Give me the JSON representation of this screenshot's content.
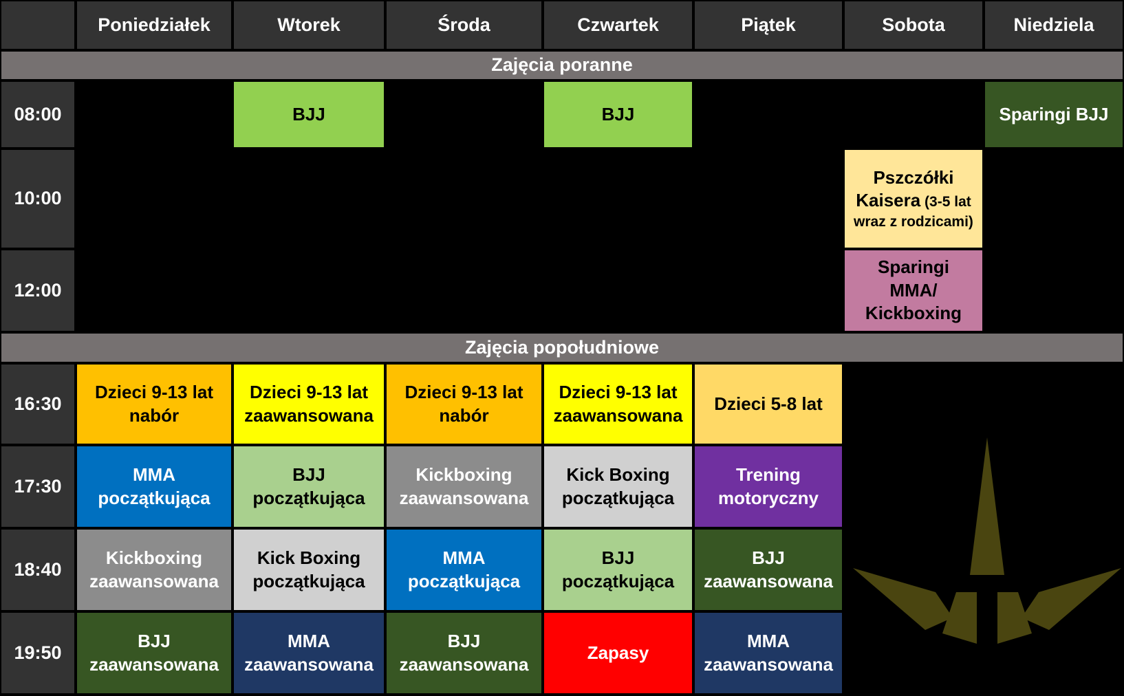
{
  "days": [
    "Poniedziałek",
    "Wtorek",
    "Środa",
    "Czwartek",
    "Piątek",
    "Sobota",
    "Niedziela"
  ],
  "sections": {
    "morning": "Zajęcia poranne",
    "afternoon": "Zajęcia popołudniowe"
  },
  "times": [
    "08:00",
    "10:00",
    "12:00",
    "16:30",
    "17:30",
    "18:40",
    "19:50"
  ],
  "colors": {
    "bjj_light": "#92d050",
    "bjj_dark": "#375623",
    "orange": "#ffc000",
    "yellow": "#ffff00",
    "light_orange": "#ffd966",
    "blue": "#0070c0",
    "pale_green": "#a9d08e",
    "gray": "#8c8c8c",
    "light_gray": "#d0d0d0",
    "purple": "#7030a0",
    "navy": "#1f3864",
    "red": "#ff0000",
    "cream": "#ffe699",
    "pink": "#c27ba0",
    "logo": "#4a4510"
  },
  "classes": [
    {
      "day": 1,
      "slot": 0,
      "lines": [
        "BJJ"
      ],
      "bg": "#92d050",
      "fg": "#000000"
    },
    {
      "day": 3,
      "slot": 0,
      "lines": [
        "BJJ"
      ],
      "bg": "#92d050",
      "fg": "#000000"
    },
    {
      "day": 6,
      "slot": 0,
      "lines": [
        "Sparingi BJJ"
      ],
      "bg": "#375623",
      "fg": "#ffffff"
    },
    {
      "day": 5,
      "slot": 1,
      "lines": [
        "Pszczółki",
        "Kaisera"
      ],
      "extra": "(3-5 lat",
      "tail": "wraz z rodzicami)",
      "bg": "#ffe699",
      "fg": "#000000"
    },
    {
      "day": 5,
      "slot": 2,
      "lines": [
        "Sparingi",
        "MMA/",
        "Kickboxing"
      ],
      "bg": "#c27ba0",
      "fg": "#000000"
    },
    {
      "day": 0,
      "slot": 3,
      "lines": [
        "Dzieci 9-13 lat",
        "nabór"
      ],
      "bg": "#ffc000",
      "fg": "#000000"
    },
    {
      "day": 1,
      "slot": 3,
      "lines": [
        "Dzieci 9-13 lat",
        "zaawansowana"
      ],
      "bg": "#ffff00",
      "fg": "#000000"
    },
    {
      "day": 2,
      "slot": 3,
      "lines": [
        "Dzieci 9-13 lat",
        "nabór"
      ],
      "bg": "#ffc000",
      "fg": "#000000"
    },
    {
      "day": 3,
      "slot": 3,
      "lines": [
        "Dzieci 9-13 lat",
        "zaawansowana"
      ],
      "bg": "#ffff00",
      "fg": "#000000"
    },
    {
      "day": 4,
      "slot": 3,
      "lines": [
        "Dzieci 5-8 lat"
      ],
      "bg": "#ffd966",
      "fg": "#000000"
    },
    {
      "day": 0,
      "slot": 4,
      "lines": [
        "MMA",
        "początkująca"
      ],
      "bg": "#0070c0",
      "fg": "#ffffff"
    },
    {
      "day": 1,
      "slot": 4,
      "lines": [
        "BJJ początkująca"
      ],
      "bg": "#a9d08e",
      "fg": "#000000"
    },
    {
      "day": 2,
      "slot": 4,
      "lines": [
        "Kickboxing",
        "zaawansowana"
      ],
      "bg": "#8c8c8c",
      "fg": "#ffffff"
    },
    {
      "day": 3,
      "slot": 4,
      "lines": [
        "Kick Boxing",
        "początkująca"
      ],
      "bg": "#d0d0d0",
      "fg": "#000000"
    },
    {
      "day": 4,
      "slot": 4,
      "lines": [
        "Trening",
        "motoryczny"
      ],
      "bg": "#7030a0",
      "fg": "#ffffff"
    },
    {
      "day": 0,
      "slot": 5,
      "lines": [
        "Kickboxing",
        "zaawansowana"
      ],
      "bg": "#8c8c8c",
      "fg": "#ffffff"
    },
    {
      "day": 1,
      "slot": 5,
      "lines": [
        "Kick Boxing",
        "początkująca"
      ],
      "bg": "#d0d0d0",
      "fg": "#000000"
    },
    {
      "day": 2,
      "slot": 5,
      "lines": [
        "MMA",
        "początkująca"
      ],
      "bg": "#0070c0",
      "fg": "#ffffff"
    },
    {
      "day": 3,
      "slot": 5,
      "lines": [
        "BJJ",
        "początkująca"
      ],
      "bg": "#a9d08e",
      "fg": "#000000"
    },
    {
      "day": 4,
      "slot": 5,
      "lines": [
        "BJJ",
        "zaawansowana"
      ],
      "bg": "#375623",
      "fg": "#ffffff"
    },
    {
      "day": 0,
      "slot": 6,
      "lines": [
        "BJJ",
        "zaawansowana"
      ],
      "bg": "#375623",
      "fg": "#ffffff"
    },
    {
      "day": 1,
      "slot": 6,
      "lines": [
        "MMA",
        "zaawansowana"
      ],
      "bg": "#1f3864",
      "fg": "#ffffff"
    },
    {
      "day": 2,
      "slot": 6,
      "lines": [
        "BJJ",
        "zaawansowana"
      ],
      "bg": "#375623",
      "fg": "#ffffff"
    },
    {
      "day": 3,
      "slot": 6,
      "lines": [
        "Zapasy"
      ],
      "bg": "#ff0000",
      "fg": "#ffffff"
    },
    {
      "day": 4,
      "slot": 6,
      "lines": [
        "MMA",
        "zaawansowana"
      ],
      "bg": "#1f3864",
      "fg": "#ffffff"
    }
  ]
}
